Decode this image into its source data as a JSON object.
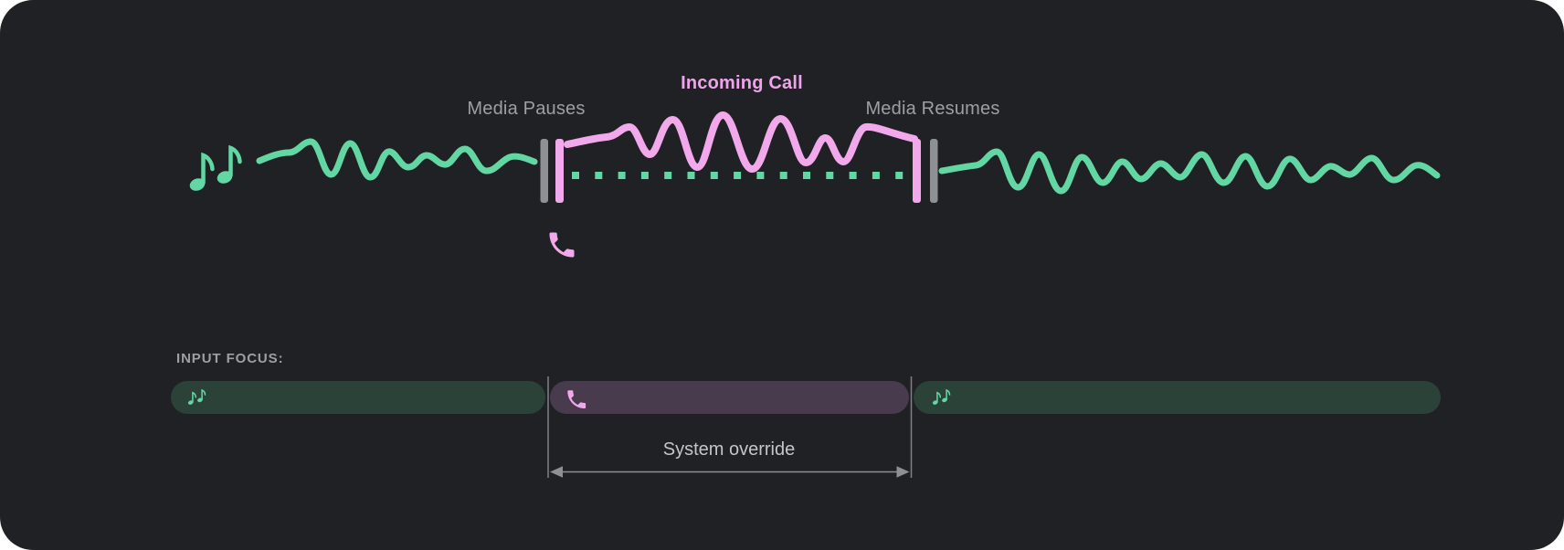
{
  "figure": {
    "title_labels": {
      "media_pauses": "Media Pauses",
      "incoming_call": "Incoming Call",
      "media_resumes": "Media Resumes"
    },
    "icons": {
      "media": "music-notes-icon",
      "call": "phone-icon"
    }
  },
  "input_focus": {
    "heading": "INPUT FOCUS:",
    "annotation": "System override",
    "segments": [
      {
        "name": "media-before",
        "icon": "music-notes-icon"
      },
      {
        "name": "incoming-call",
        "icon": "phone-icon"
      },
      {
        "name": "media-after",
        "icon": "music-notes-icon"
      }
    ]
  },
  "colors": {
    "canvas_bg": "#202124",
    "page_bg": "#FFFFFF",
    "media_green": "#63D7A3",
    "media_green_dim": "#2B4238",
    "call_pink": "#F2A9EB",
    "call_pink_text": "#EFA3EA",
    "call_purple_dim": "#473B4D",
    "label_gray": "#9AA0A6",
    "annotation_gray": "#C2C6CA",
    "marker_gray": "#8E9093"
  }
}
